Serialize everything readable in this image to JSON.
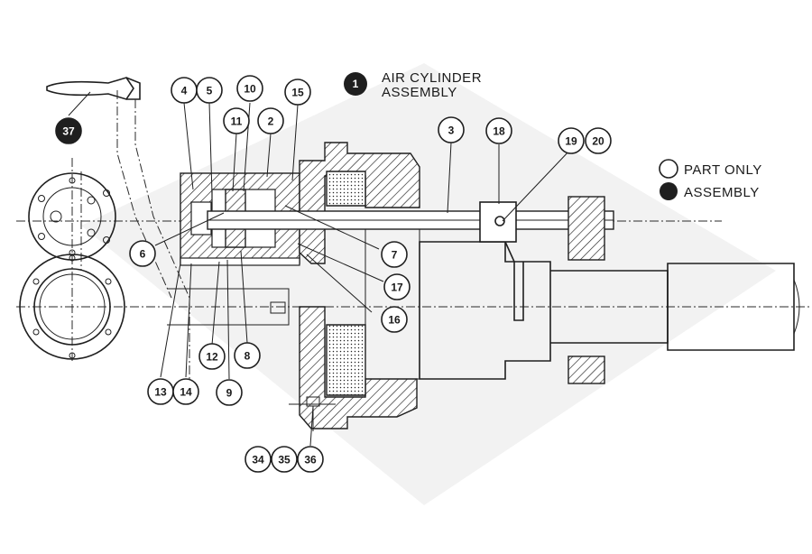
{
  "legend": {
    "title_line1": "AIR CYLINDER",
    "title_line2": "ASSEMBLY",
    "title_marker": "1",
    "part_only": "PART ONLY",
    "assembly": "ASSEMBLY"
  },
  "callouts": [
    {
      "id": "c4",
      "label": "4",
      "filled": false
    },
    {
      "id": "c5",
      "label": "5",
      "filled": false
    },
    {
      "id": "c10",
      "label": "10",
      "filled": false
    },
    {
      "id": "c15",
      "label": "15",
      "filled": false
    },
    {
      "id": "c11",
      "label": "11",
      "filled": false
    },
    {
      "id": "c2",
      "label": "2",
      "filled": false
    },
    {
      "id": "c3",
      "label": "3",
      "filled": false
    },
    {
      "id": "c18",
      "label": "18",
      "filled": false
    },
    {
      "id": "c19",
      "label": "19",
      "filled": false
    },
    {
      "id": "c20",
      "label": "20",
      "filled": false
    },
    {
      "id": "c37",
      "label": "37",
      "filled": true
    },
    {
      "id": "c6",
      "label": "6",
      "filled": false
    },
    {
      "id": "c7",
      "label": "7",
      "filled": false
    },
    {
      "id": "c17",
      "label": "17",
      "filled": false
    },
    {
      "id": "c16",
      "label": "16",
      "filled": false
    },
    {
      "id": "c12",
      "label": "12",
      "filled": false
    },
    {
      "id": "c8",
      "label": "8",
      "filled": false
    },
    {
      "id": "c13",
      "label": "13",
      "filled": false
    },
    {
      "id": "c14",
      "label": "14",
      "filled": false
    },
    {
      "id": "c9",
      "label": "9",
      "filled": false
    },
    {
      "id": "c34",
      "label": "34",
      "filled": false
    },
    {
      "id": "c35",
      "label": "35",
      "filled": false
    },
    {
      "id": "c36",
      "label": "36",
      "filled": false
    }
  ]
}
